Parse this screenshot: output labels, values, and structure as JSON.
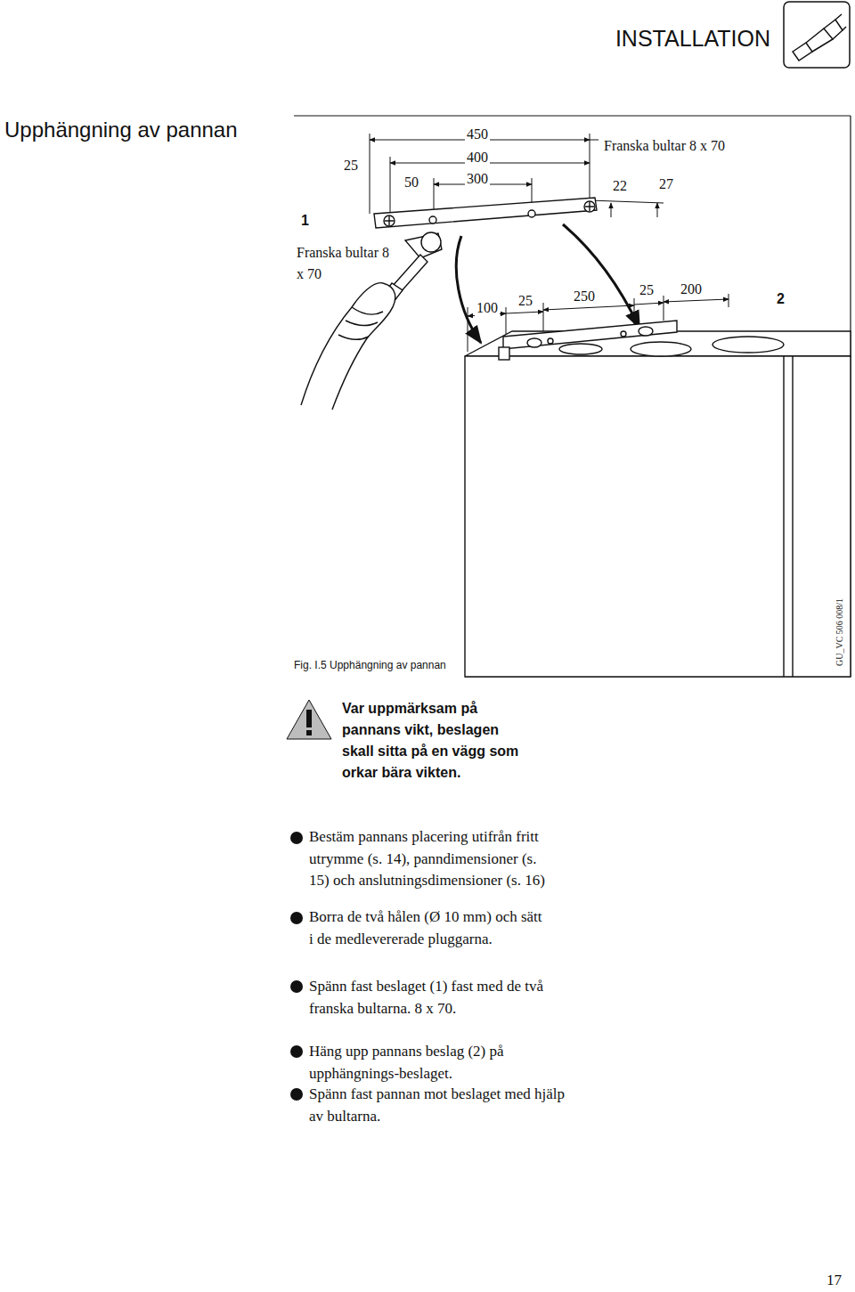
{
  "diagram": {
    "title": "Upphängning av pannan",
    "caption": "Fig. I.5 Upphängning av pannan",
    "labels": [
      "INSTALLATION",
      "25",
      "50",
      "450",
      "400",
      "300",
      "Franska bultar 8 x 70",
      "22",
      "27",
      "1",
      "Franska bultar 8 x 70",
      "100",
      "25",
      "250",
      "25",
      "200",
      "2",
      "GU_VC 506 008/1",
      "Var uppmärksam på pannans vikt, beslagen skall sitta på en vägg som orkar bära vikten.",
      "Bestäm pannans placering utifrån fritt utrymme (s. 14), panndimensioner (s. 15) och anslutningsdimensioner (s. 16)",
      "Borra de två hålen (Ø 10 mm) och sätt i de medlevererade pluggarna.",
      "Spänn fast beslaget (1) fast med de två franska bultarna. 8 x 70.",
      "Häng upp pannans beslag (2) på upphängnings-beslaget.",
      "Spänn fast pannan mot beslaget med hjälp av bultarna.",
      "17"
    ]
  }
}
